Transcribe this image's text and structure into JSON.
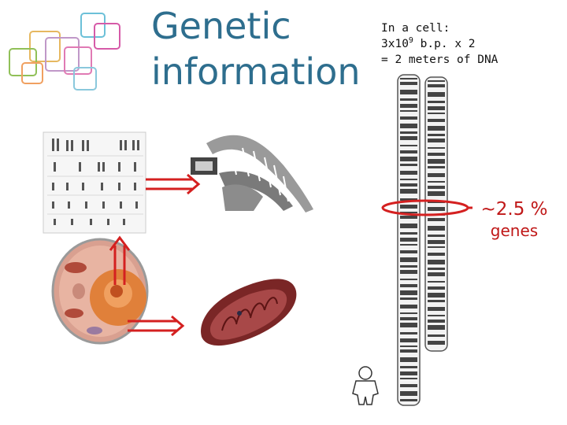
{
  "title": {
    "line1": "Genetic",
    "line2": "information"
  },
  "info": {
    "line1": "In a cell:",
    "line2_base": "3x10",
    "line2_exp": "9",
    "line2_rest": " b.p. x 2",
    "line3": "= 2 meters of DNA"
  },
  "callout": {
    "percent": "~2.5 %",
    "label": "genes"
  },
  "colors": {
    "title": "#2e6e8e",
    "arrow": "#d42020",
    "callout": "#c01818"
  },
  "icons": [
    "decorative-squares-logo",
    "karyotype-image",
    "dna-helix-image",
    "animal-cell-image",
    "mitochondrion-image",
    "chromosome-strip-image",
    "human-figure-icon"
  ]
}
